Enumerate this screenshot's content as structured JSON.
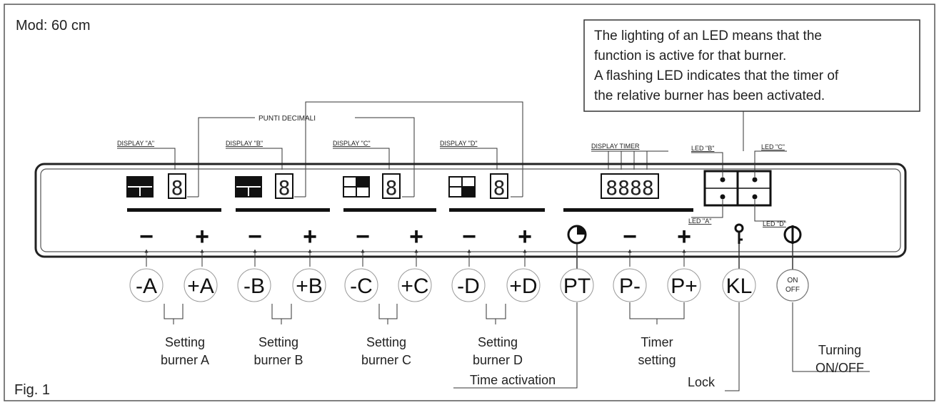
{
  "model_label": "Mod: 60 cm",
  "figure_label": "Fig. 1",
  "info_box": {
    "lines": [
      "The lighting of an LED means that the",
      "function is active for that burner.",
      "A flashing LED indicates that the timer of",
      "the relative burner has been activated."
    ]
  },
  "decimal_points_label": "PUNTI DECIMALI",
  "displays": {
    "a": "DISPLAY \"A\"",
    "b": "DISPLAY \"B\"",
    "c": "DISPLAY \"C\"",
    "d": "DISPLAY \"D\"",
    "timer": "DISPLAY TIMER"
  },
  "leds": {
    "a": "LED \"A\"",
    "b": "LED \"B\"",
    "c": "LED \"C\"",
    "d": "LED \"D\""
  },
  "digit_glyph": "8",
  "timer_digits": "8888",
  "symbols": {
    "minus": "−",
    "plus": "+"
  },
  "buttons": {
    "minus_a": "-A",
    "plus_a": "+A",
    "minus_b": "-B",
    "plus_b": "+B",
    "minus_c": "-C",
    "plus_c": "+C",
    "minus_d": "-D",
    "plus_d": "+D",
    "pt": "PT",
    "p_minus": "P-",
    "p_plus": "P+",
    "kl": "KL",
    "on_off_line1": "ON",
    "on_off_line2": "OFF"
  },
  "captions": {
    "setting_a_1": "Setting",
    "setting_a_2": "burner A",
    "setting_b_1": "Setting",
    "setting_b_2": "burner B",
    "setting_c_1": "Setting",
    "setting_c_2": "burner C",
    "setting_d_1": "Setting",
    "setting_d_2": "burner D",
    "time_activation": "Time activation",
    "timer_setting_1": "Timer",
    "timer_setting_2": "setting",
    "lock": "Lock",
    "turning_1": "Turning",
    "turning_2": "ON/OFF"
  }
}
